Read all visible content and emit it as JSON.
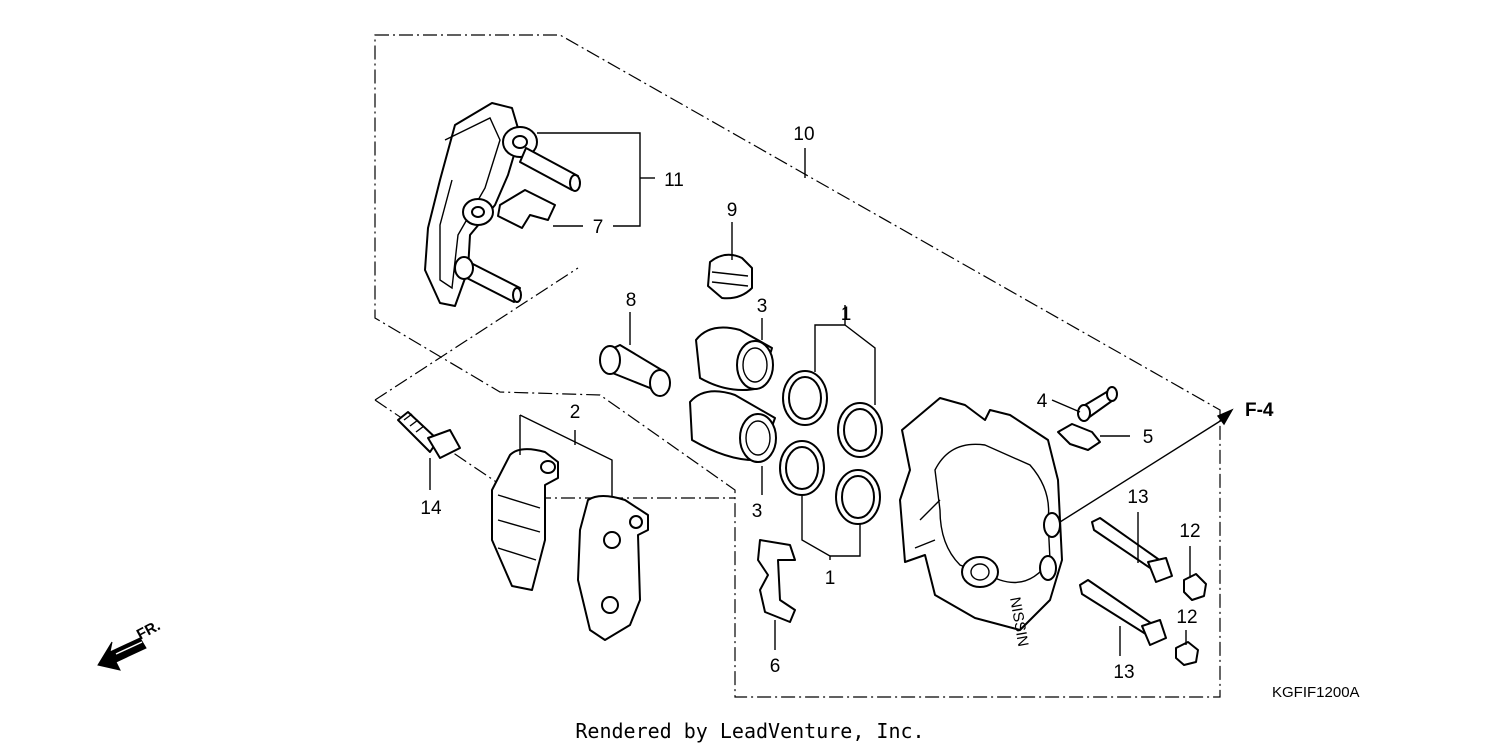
{
  "diagram": {
    "callouts": {
      "c1a": "1",
      "c1b": "1",
      "c2": "2",
      "c3a": "3",
      "c3b": "3",
      "c4": "4",
      "c5": "5",
      "c6": "6",
      "c7": "7",
      "c8": "8",
      "c9": "9",
      "c10": "10",
      "c11": "11",
      "c12a": "12",
      "c12b": "12",
      "c13a": "13",
      "c13b": "13",
      "c14": "14"
    },
    "section_ref": "F-4",
    "front_marker": "FR.",
    "diagram_code": "KGFIF1200A",
    "credit": "Rendered by LeadVenture, Inc."
  }
}
